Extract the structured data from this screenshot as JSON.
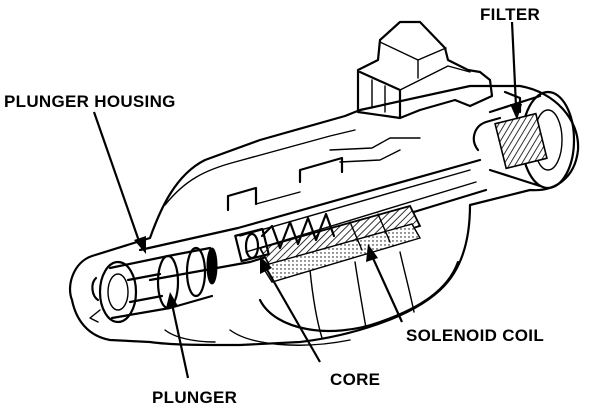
{
  "labels": {
    "filter": "FILTER",
    "plunger_housing": "PLUNGER HOUSING",
    "solenoid_coil": "SOLENOID COIL",
    "core": "CORE",
    "plunger": "PLUNGER"
  }
}
